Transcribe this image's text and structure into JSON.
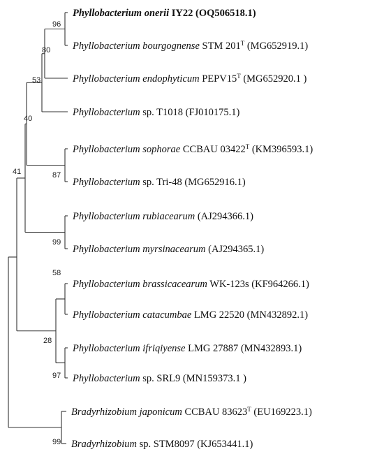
{
  "taxa": [
    {
      "genus": "Phyllobacterium onerii",
      "rest": " IY22 (OQ506518.1)",
      "focal": true
    },
    {
      "genus": "Phyllobacterium bourgognense",
      "rest": " STM 201",
      "sup": "T",
      "after": " (MG652919.1)"
    },
    {
      "genus": "Phyllobacterium endophyticum",
      "rest": " PEPV15",
      "sup": "T",
      "after": " (MG652920.1 )"
    },
    {
      "genus": "Phyllobacterium",
      "rest": " sp. T1018  (FJ010175.1)"
    },
    {
      "genus": "Phyllobacterium sophorae",
      "rest": " CCBAU 03422",
      "sup": "T",
      "after": " (KM396593.1)"
    },
    {
      "genus": "Phyllobacterium",
      "rest": " sp. Tri-48  (MG652916.1)"
    },
    {
      "genus": "Phyllobacterium rubiacearum",
      "rest": " (AJ294366.1)"
    },
    {
      "genus": "Phyllobacterium myrsinacearum",
      "rest": " (AJ294365.1)"
    },
    {
      "genus": "Phyllobacterium brassicacearum",
      "rest": " WK-123s  (KF964266.1)"
    },
    {
      "genus": "Phyllobacterium catacumbae",
      "rest": " LMG 22520  (MN432892.1)"
    },
    {
      "genus": "Phyllobacterium ifriqiyense",
      "rest": " LMG 27887  (MN432893.1)"
    },
    {
      "genus": "Phyllobacterium",
      "rest": " sp. SRL9  (MN159373.1 )"
    },
    {
      "genus": "Bradyrhizobium japonicum",
      "rest": " CCBAU 83623",
      "sup": "T",
      "after": " (EU169223.1)"
    },
    {
      "genus": "Bradyrhizobium",
      "rest": " sp. STM8097  (KJ653441.1)"
    }
  ],
  "bootstrap": {
    "n96": "96",
    "n80": "80",
    "n53": "53",
    "n40": "40",
    "n87": "87",
    "n41": "41",
    "n99a": "99",
    "n58": "58",
    "n28": "28",
    "n97": "97",
    "n99b": "99"
  },
  "colors": {
    "branch": "#333333",
    "text": "#111111"
  }
}
